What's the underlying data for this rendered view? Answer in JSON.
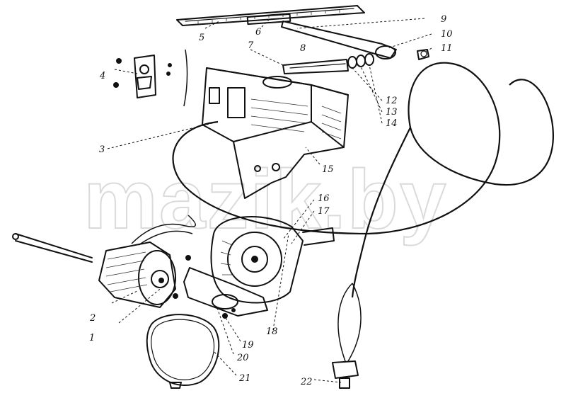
{
  "watermark": "mazik.by",
  "callouts": [
    "1",
    "2",
    "3",
    "4",
    "5",
    "6",
    "7",
    "8",
    "9",
    "10",
    "11",
    "12",
    "13",
    "14",
    "15",
    "16",
    "17",
    "18",
    "19",
    "20",
    "21",
    "22"
  ]
}
